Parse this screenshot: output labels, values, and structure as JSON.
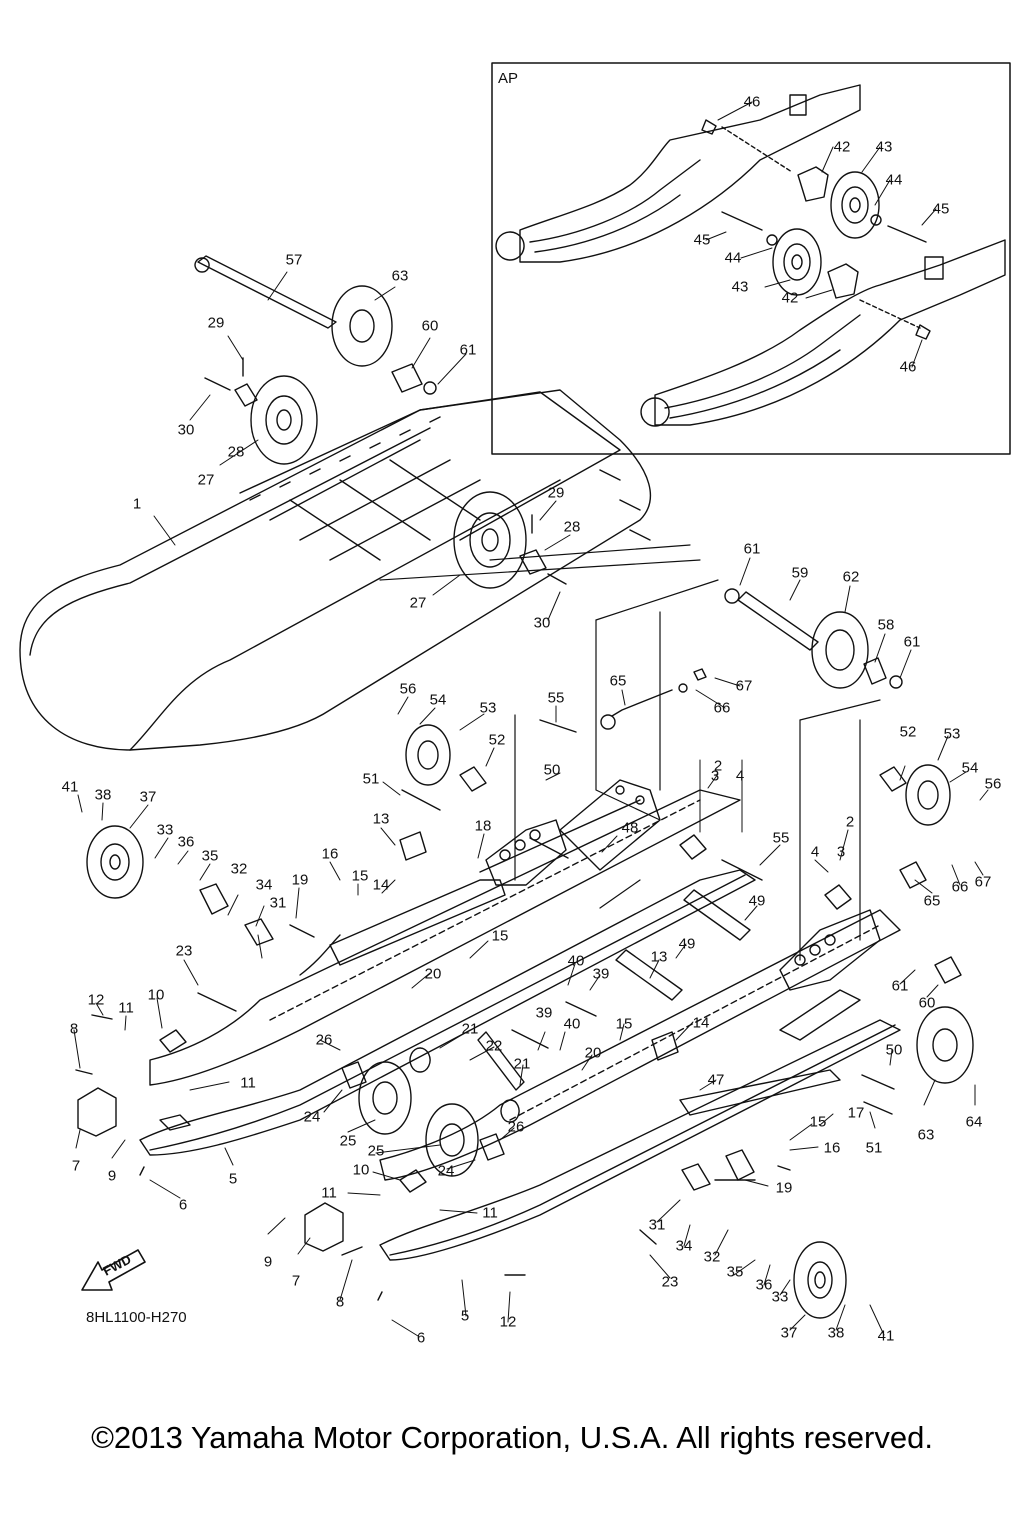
{
  "inset": {
    "title": "AP"
  },
  "diagram_code": "8HL1100-H270",
  "fwd_label": "FWD",
  "copyright": "©2013 Yamaha Motor Corporation, U.S.A. All rights reserved.",
  "callouts": [
    {
      "id": "46",
      "text": "46"
    },
    {
      "id": "42",
      "text": "42"
    },
    {
      "id": "43",
      "text": "43"
    },
    {
      "id": "44",
      "text": "44"
    },
    {
      "id": "45",
      "text": "45"
    },
    {
      "id": "45",
      "text": "45"
    },
    {
      "id": "44",
      "text": "44"
    },
    {
      "id": "43",
      "text": "43"
    },
    {
      "id": "42",
      "text": "42"
    },
    {
      "id": "46",
      "text": "46"
    },
    {
      "id": "57",
      "text": "57"
    },
    {
      "id": "63",
      "text": "63"
    },
    {
      "id": "29",
      "text": "29"
    },
    {
      "id": "60",
      "text": "60"
    },
    {
      "id": "61",
      "text": "61"
    },
    {
      "id": "30",
      "text": "30"
    },
    {
      "id": "28",
      "text": "28"
    },
    {
      "id": "27",
      "text": "27"
    },
    {
      "id": "1",
      "text": "1"
    },
    {
      "id": "29",
      "text": "29"
    },
    {
      "id": "28",
      "text": "28"
    },
    {
      "id": "27",
      "text": "27"
    },
    {
      "id": "30",
      "text": "30"
    },
    {
      "id": "61",
      "text": "61"
    },
    {
      "id": "59",
      "text": "59"
    },
    {
      "id": "62",
      "text": "62"
    },
    {
      "id": "58",
      "text": "58"
    },
    {
      "id": "61",
      "text": "61"
    },
    {
      "id": "65",
      "text": "65"
    },
    {
      "id": "67",
      "text": "67"
    },
    {
      "id": "66",
      "text": "66"
    },
    {
      "id": "56",
      "text": "56"
    },
    {
      "id": "54",
      "text": "54"
    },
    {
      "id": "53",
      "text": "53"
    },
    {
      "id": "55",
      "text": "55"
    },
    {
      "id": "52",
      "text": "52"
    },
    {
      "id": "50",
      "text": "50"
    },
    {
      "id": "51",
      "text": "51"
    },
    {
      "id": "2",
      "text": "2"
    },
    {
      "id": "3",
      "text": "3"
    },
    {
      "id": "4",
      "text": "4"
    },
    {
      "id": "52",
      "text": "52"
    },
    {
      "id": "53",
      "text": "53"
    },
    {
      "id": "54",
      "text": "54"
    },
    {
      "id": "56",
      "text": "56"
    },
    {
      "id": "41",
      "text": "41"
    },
    {
      "id": "38",
      "text": "38"
    },
    {
      "id": "37",
      "text": "37"
    },
    {
      "id": "48",
      "text": "48"
    },
    {
      "id": "13",
      "text": "13"
    },
    {
      "id": "18",
      "text": "18"
    },
    {
      "id": "33",
      "text": "33"
    },
    {
      "id": "36",
      "text": "36"
    },
    {
      "id": "35",
      "text": "35"
    },
    {
      "id": "16",
      "text": "16"
    },
    {
      "id": "14",
      "text": "14"
    },
    {
      "id": "15",
      "text": "15"
    },
    {
      "id": "32",
      "text": "32"
    },
    {
      "id": "34",
      "text": "34"
    },
    {
      "id": "19",
      "text": "19"
    },
    {
      "id": "31",
      "text": "31"
    },
    {
      "id": "55",
      "text": "55"
    },
    {
      "id": "2",
      "text": "2"
    },
    {
      "id": "4",
      "text": "4"
    },
    {
      "id": "3",
      "text": "3"
    },
    {
      "id": "66",
      "text": "66"
    },
    {
      "id": "67",
      "text": "67"
    },
    {
      "id": "65",
      "text": "65"
    },
    {
      "id": "49",
      "text": "49"
    },
    {
      "id": "15",
      "text": "15"
    },
    {
      "id": "20",
      "text": "20"
    },
    {
      "id": "23",
      "text": "23"
    },
    {
      "id": "49",
      "text": "49"
    },
    {
      "id": "40",
      "text": "40"
    },
    {
      "id": "39",
      "text": "39"
    },
    {
      "id": "13",
      "text": "13"
    },
    {
      "id": "61",
      "text": "61"
    },
    {
      "id": "60",
      "text": "60"
    },
    {
      "id": "12",
      "text": "12"
    },
    {
      "id": "11",
      "text": "11"
    },
    {
      "id": "10",
      "text": "10"
    },
    {
      "id": "14",
      "text": "14"
    },
    {
      "id": "8",
      "text": "8"
    },
    {
      "id": "26",
      "text": "26"
    },
    {
      "id": "21",
      "text": "21"
    },
    {
      "id": "39",
      "text": "39"
    },
    {
      "id": "40",
      "text": "40"
    },
    {
      "id": "15",
      "text": "15"
    },
    {
      "id": "22",
      "text": "22"
    },
    {
      "id": "20",
      "text": "20"
    },
    {
      "id": "21",
      "text": "21"
    },
    {
      "id": "50",
      "text": "50"
    },
    {
      "id": "47",
      "text": "47"
    },
    {
      "id": "11",
      "text": "11"
    },
    {
      "id": "24",
      "text": "24"
    },
    {
      "id": "17",
      "text": "17"
    },
    {
      "id": "15",
      "text": "15"
    },
    {
      "id": "63",
      "text": "63"
    },
    {
      "id": "64",
      "text": "64"
    },
    {
      "id": "51",
      "text": "51"
    },
    {
      "id": "25",
      "text": "25"
    },
    {
      "id": "26",
      "text": "26"
    },
    {
      "id": "7",
      "text": "7"
    },
    {
      "id": "9",
      "text": "9"
    },
    {
      "id": "25",
      "text": "25"
    },
    {
      "id": "24",
      "text": "24"
    },
    {
      "id": "16",
      "text": "16"
    },
    {
      "id": "5",
      "text": "5"
    },
    {
      "id": "6",
      "text": "6"
    },
    {
      "id": "10",
      "text": "10"
    },
    {
      "id": "19",
      "text": "19"
    },
    {
      "id": "11",
      "text": "11"
    },
    {
      "id": "11",
      "text": "11"
    },
    {
      "id": "31",
      "text": "31"
    },
    {
      "id": "9",
      "text": "9"
    },
    {
      "id": "34",
      "text": "34"
    },
    {
      "id": "32",
      "text": "32"
    },
    {
      "id": "7",
      "text": "7"
    },
    {
      "id": "23",
      "text": "23"
    },
    {
      "id": "35",
      "text": "35"
    },
    {
      "id": "36",
      "text": "36"
    },
    {
      "id": "33",
      "text": "33"
    },
    {
      "id": "8",
      "text": "8"
    },
    {
      "id": "38",
      "text": "38"
    },
    {
      "id": "5",
      "text": "5"
    },
    {
      "id": "12",
      "text": "12"
    },
    {
      "id": "37",
      "text": "37"
    },
    {
      "id": "41",
      "text": "41"
    },
    {
      "id": "6",
      "text": "6"
    }
  ]
}
